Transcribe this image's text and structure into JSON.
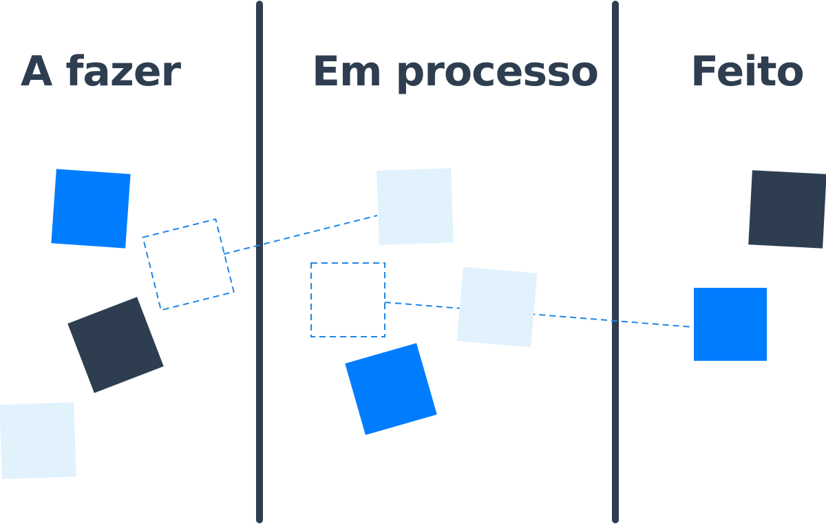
{
  "board": {
    "columns": [
      {
        "title": "A fazer"
      },
      {
        "title": "Em processo"
      },
      {
        "title": "Feito"
      }
    ]
  },
  "colors": {
    "divider": "#2e3e50",
    "text": "#2e3e50",
    "card_blue": "#007dff",
    "card_dark": "#2e3e50",
    "card_light": "#e1f2fd",
    "drag_path": "#1a86e8"
  }
}
